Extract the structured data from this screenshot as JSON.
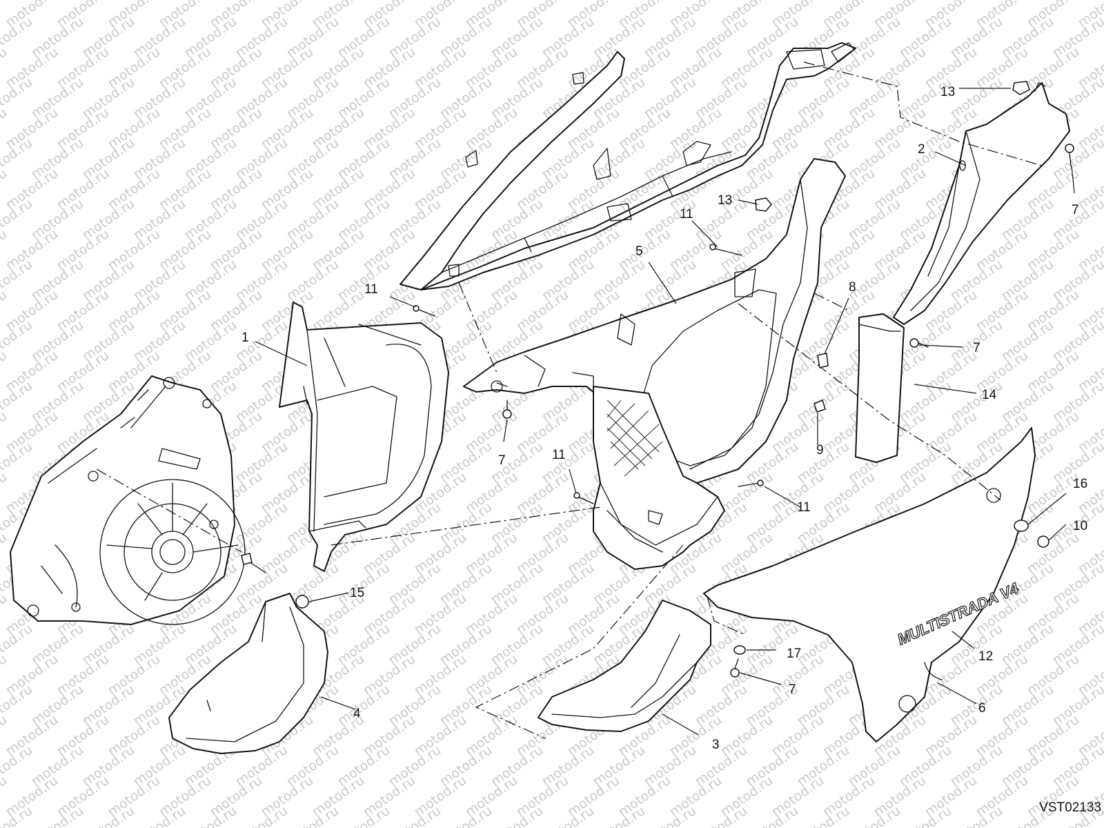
{
  "watermark": "motod.ru",
  "drawing_code": "VST02133",
  "logo_text": "MULTISTRADA V4",
  "callouts": [
    "1",
    "2",
    "3",
    "4",
    "5",
    "6",
    "7",
    "8",
    "9",
    "10",
    "11",
    "12",
    "13",
    "14",
    "15",
    "16",
    "17"
  ],
  "colors": {
    "line": "#111111",
    "watermark": "#c9c9c9",
    "background": "#ffffff"
  }
}
